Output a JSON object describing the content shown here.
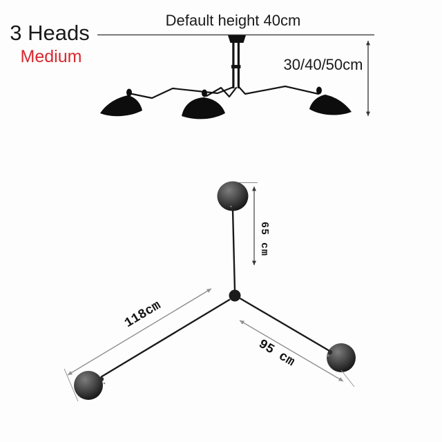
{
  "product": {
    "heads_label": "3 Heads",
    "size_label": "Medium"
  },
  "side_view": {
    "default_height_label": "Default height 40cm",
    "height_options_label": "30/40/50cm"
  },
  "top_view": {
    "drop_arm_label": "65 cm",
    "long_arm_label": "118cm",
    "short_arm_label": "95 cm"
  },
  "colors": {
    "accent_red": "#d7282e",
    "ink_black": "#1a1a1a",
    "dimension_gray": "#8f8f8f"
  }
}
